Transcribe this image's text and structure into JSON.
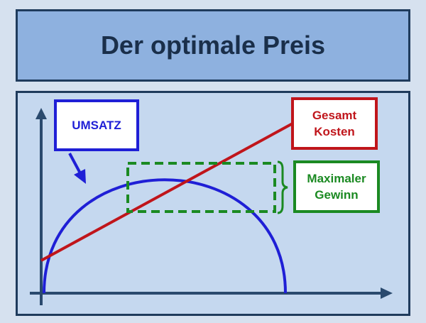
{
  "header": {
    "title": "Der optimale Preis"
  },
  "labels": {
    "umsatz": "UMSATZ",
    "gesamtkosten": "Gesamt\nKosten",
    "maximaler_gewinn": "Maximaler\nGewinn"
  },
  "colors": {
    "revenue": "#1f1fd6",
    "cost": "#c0151b",
    "profit": "#1b8a22",
    "axis": "#2a4a6e",
    "title_bg": "#8eb1df",
    "diagram_bg": "#c5d8ef"
  }
}
